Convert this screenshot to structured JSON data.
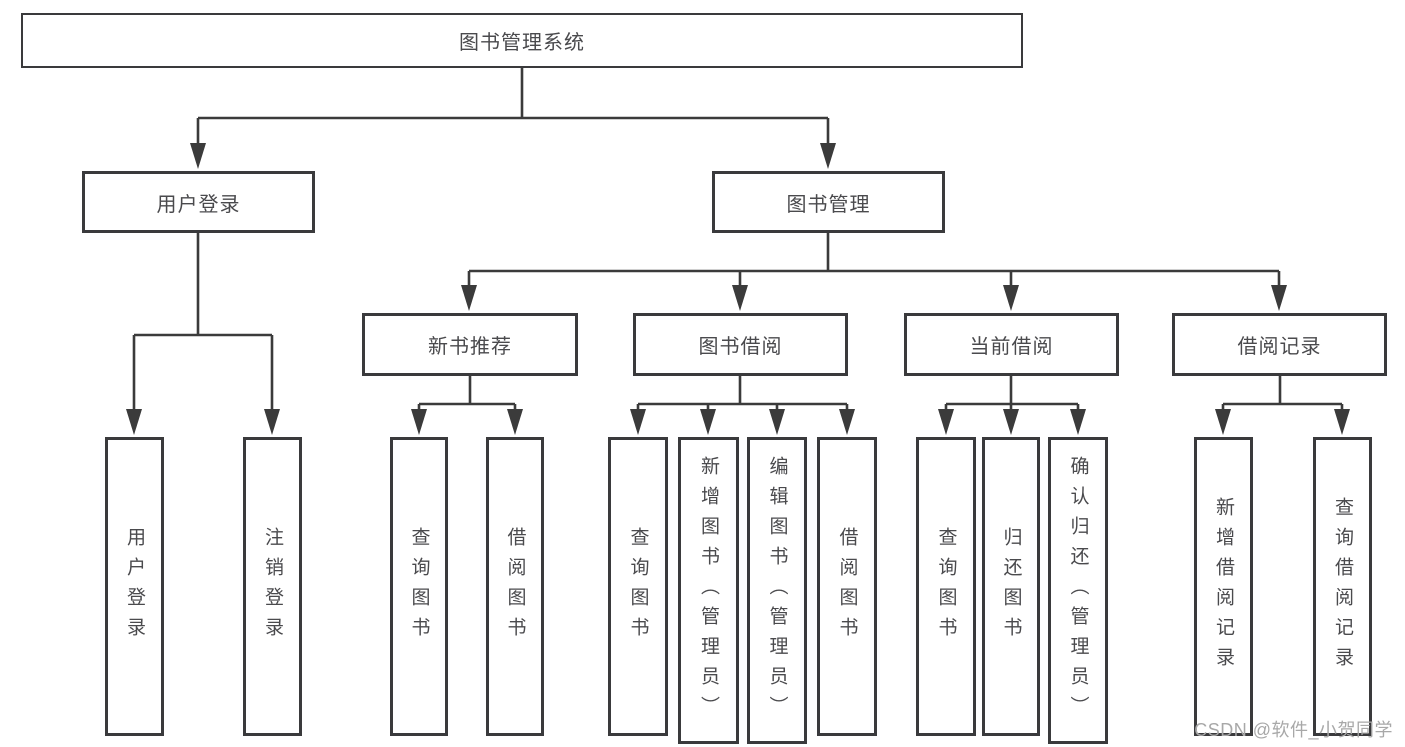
{
  "title": {
    "label": "图书管理系统"
  },
  "tree": {
    "branches": [
      {
        "label": "用户登录",
        "children": [
          {
            "label": "用户登录"
          },
          {
            "label": "注销登录"
          }
        ]
      },
      {
        "label": "图书管理",
        "children": [
          {
            "label": "新书推荐",
            "children": [
              {
                "label": "查询图书"
              },
              {
                "label": "借阅图书"
              }
            ]
          },
          {
            "label": "图书借阅",
            "children": [
              {
                "label": "查询图书"
              },
              {
                "label": "新增图书（管理员）"
              },
              {
                "label": "编辑图书（管理员）"
              },
              {
                "label": "借阅图书"
              }
            ]
          },
          {
            "label": "当前借阅",
            "children": [
              {
                "label": "查询图书"
              },
              {
                "label": "归还图书"
              },
              {
                "label": "确认归还（管理员）"
              }
            ]
          },
          {
            "label": "借阅记录",
            "children": [
              {
                "label": "新增借阅记录"
              },
              {
                "label": "查询借阅记录"
              }
            ]
          }
        ]
      }
    ]
  },
  "watermark": {
    "text": "CSDN @软件_小贺同学"
  },
  "colors": {
    "line": "#3b3b3b",
    "node_border": "#3a3a3c",
    "node_text": "#4a4a4d",
    "watermark": "#a8a8a8",
    "background": "#ffffff"
  }
}
